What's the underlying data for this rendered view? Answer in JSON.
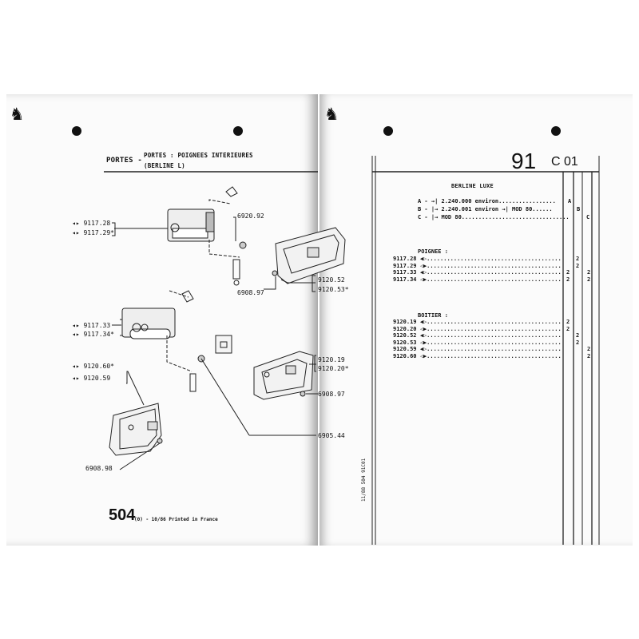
{
  "left": {
    "section": "PORTES -",
    "title_line1": "PORTES : POIGNEES INTERIEURES",
    "title_line2": "(BERLINE L)",
    "callouts": {
      "c1": "9117.28",
      "c2": "9117.29*",
      "c3": "6920.92",
      "c4": "6908.97",
      "c5": "9120.52",
      "c6": "9120.53*",
      "c7": "9117.33",
      "c8": "9117.34*",
      "c9": "9120.60*",
      "c10": "9120.59",
      "c11": "9120.19",
      "c12": "9120.20*",
      "c13": "6908.97",
      "c14": "6905.44",
      "c15": "6908.98"
    },
    "footer_model": "504",
    "footer_text": "(0) - 10/86 Printed in France"
  },
  "right": {
    "page_number": "91",
    "page_code": "C 01",
    "heading": "BERLINE LUXE",
    "variants": [
      {
        "text": "A - →| 2.240.000 environ.................",
        "mark": "A"
      },
      {
        "text": "B - |→ 2.240.001 environ →| MOD 80......",
        "mark": "B"
      },
      {
        "text": "C - |→ MOD 80................................",
        "mark": "C"
      }
    ],
    "group1_title": "POIGNEE :",
    "group1": [
      {
        "ref": "9117.28",
        "dots": "◀▷........................................",
        "q": [
          "",
          "2",
          ""
        ]
      },
      {
        "ref": "9117.29",
        "dots": "◁▶........................................",
        "q": [
          "",
          "2",
          ""
        ]
      },
      {
        "ref": "9117.33",
        "dots": "◀▷........................................",
        "q": [
          "2",
          "",
          "2"
        ]
      },
      {
        "ref": "9117.34",
        "dots": "◁▶........................................",
        "q": [
          "2",
          "",
          "2"
        ]
      }
    ],
    "group2_title": "BOITIER :",
    "group2": [
      {
        "ref": "9120.19",
        "dots": "◀▷........................................",
        "q": [
          "2",
          "",
          ""
        ]
      },
      {
        "ref": "9120.20",
        "dots": "◁▶........................................",
        "q": [
          "2",
          "",
          ""
        ]
      },
      {
        "ref": "9120.52",
        "dots": "◀▷........................................",
        "q": [
          "",
          "2",
          ""
        ]
      },
      {
        "ref": "9120.53",
        "dots": "◁▶........................................",
        "q": [
          "",
          "2",
          ""
        ]
      },
      {
        "ref": "9120.59",
        "dots": "◀▷........................................",
        "q": [
          "",
          "",
          "2"
        ]
      },
      {
        "ref": "9120.60",
        "dots": "◁▶........................................",
        "q": [
          "",
          "",
          "2"
        ]
      }
    ],
    "margin_note": "11/88  504  91C01"
  }
}
